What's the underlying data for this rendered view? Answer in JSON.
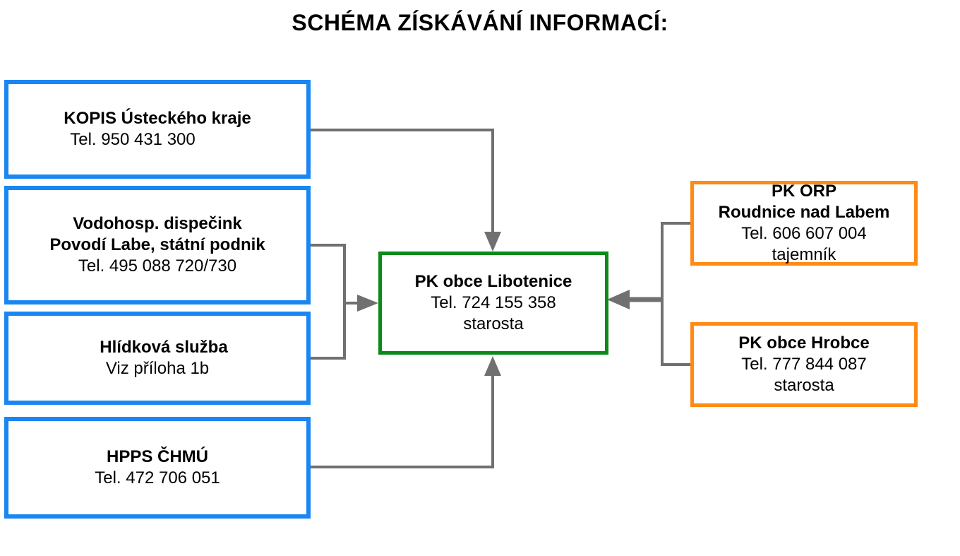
{
  "title": "SCHÉMA ZÍSKÁVÁNÍ INFORMACÍ:",
  "colors": {
    "source_border": "#1a86f2",
    "center_border": "#0b8a1a",
    "side_border": "#ff8a14",
    "connector": "#707070"
  },
  "sources": [
    {
      "name": "KOPIS Ústeckého kraje",
      "lines": [
        "Tel. 950 431 300"
      ]
    },
    {
      "name_lines": [
        "Vodohosp. dispečink",
        "Povodí Labe, státní podnik"
      ],
      "lines": [
        "Tel. 495 088 720/730"
      ]
    },
    {
      "name": "Hlídková služba",
      "lines": [
        "Viz příloha 1b"
      ]
    },
    {
      "name": "HPPS ČHMÚ",
      "lines": [
        "Tel. 472 706 051"
      ]
    }
  ],
  "center": {
    "name": "PK obce Libotenice",
    "lines": [
      "Tel. 724 155 358",
      "starosta"
    ]
  },
  "side": [
    {
      "name_lines": [
        "PK ORP",
        "Roudnice nad Labem"
      ],
      "lines": [
        "Tel. 606 607 004",
        "tajemník"
      ]
    },
    {
      "name": "PK obce Hrobce",
      "lines": [
        "Tel. 777 844 087",
        "starosta"
      ]
    }
  ]
}
